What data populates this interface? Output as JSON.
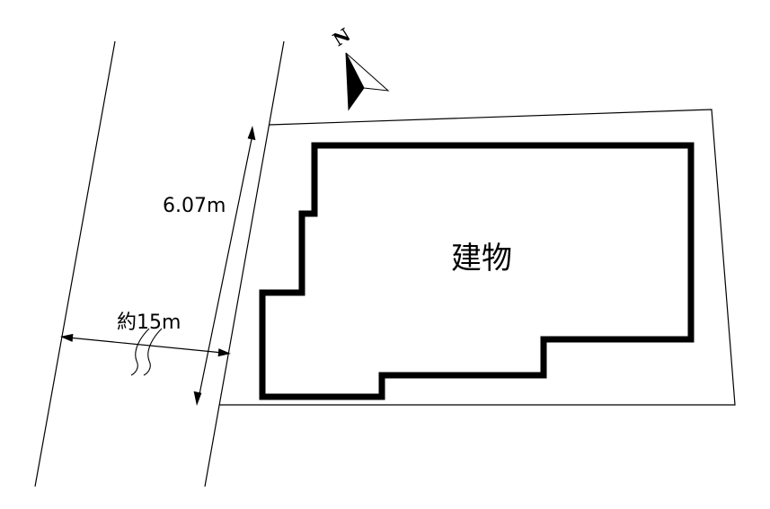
{
  "site_plan": {
    "building_label": "建物",
    "frontage_label": "6.07m",
    "road_width_label": "約15m",
    "north_label": "N"
  },
  "colors": {
    "line": "#000000",
    "background": "#ffffff"
  }
}
